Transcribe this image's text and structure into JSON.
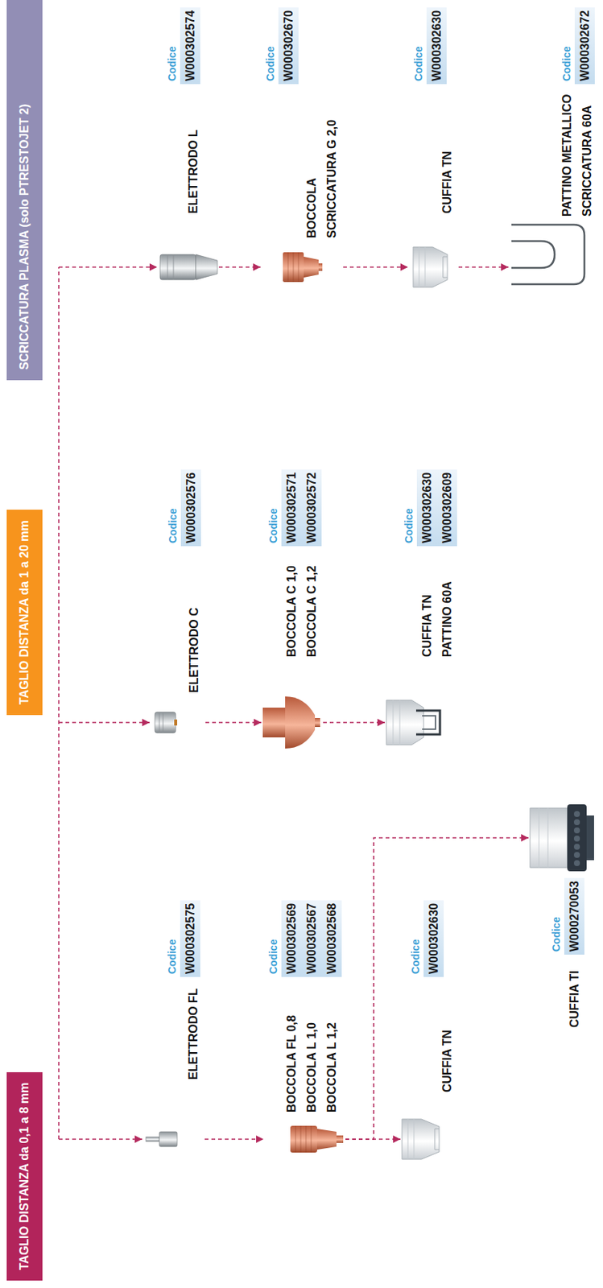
{
  "diagram": {
    "nodes": [
      {
        "text": [
          "TAGLIO DISTANZA da 0,1 a 8 mm"
        ]
      },
      {
        "text": [
          "ELETTRODO FL",
          "Codice",
          "W000302575"
        ]
      },
      {
        "text": [
          "BOCCOLA FL 0,8",
          "BOCCOLA L 1,0",
          "BOCCOLA L 1,2",
          "Codice",
          "W000302569",
          "W000302567",
          "W000302568"
        ]
      },
      {
        "text": [
          "CUFFIA TN",
          "Codice",
          "W000302630"
        ]
      },
      {
        "text": [
          "CUFFIA TI",
          "Codice",
          "W000270053"
        ]
      },
      {
        "text": [
          "TAGLIO DISTANZA da 1 a 20 mm"
        ]
      },
      {
        "text": [
          "ELETTRODO C",
          "Codice",
          "W000302576"
        ]
      },
      {
        "text": [
          "BOCCOLA C 1,0",
          "BOCCOLA C 1,2",
          "Codice",
          "W000302571",
          "W000302572"
        ]
      },
      {
        "text": [
          "CUFFIA TN",
          "PATTINO 60A",
          "Codice",
          "W000302630",
          "W000302609"
        ]
      },
      {
        "text": [
          "SCRICCATURA PLASMA (solo PTRESTOJET 2)"
        ]
      },
      {
        "text": [
          "ELETTRODO L",
          "Codice",
          "W000302574"
        ]
      },
      {
        "text": [
          "BOCCOLA SCRICCATURA G 2,0",
          "Codice",
          "W000302670"
        ]
      },
      {
        "text": [
          "CUFFIA TN",
          "Codice",
          "W000302630"
        ]
      },
      {
        "text": [
          "PATTINO METALLICO SCRICCATURA 60A",
          "Codice",
          "W000302672"
        ]
      }
    ],
    "edges": [
      {
        "from": 1,
        "to": 2,
        "arrow": "to"
      },
      {
        "from": 2,
        "to": 3,
        "arrow": "to"
      },
      {
        "from": 2,
        "to": 4,
        "arrow": "to"
      },
      {
        "from": 6,
        "to": 7,
        "arrow": "to"
      },
      {
        "from": 7,
        "to": 8,
        "arrow": "to"
      },
      {
        "from": 10,
        "to": 11,
        "arrow": "to"
      },
      {
        "from": 11,
        "to": 12,
        "arrow": "to"
      },
      {
        "from": 12,
        "to": 13,
        "arrow": "to"
      }
    ]
  }
}
